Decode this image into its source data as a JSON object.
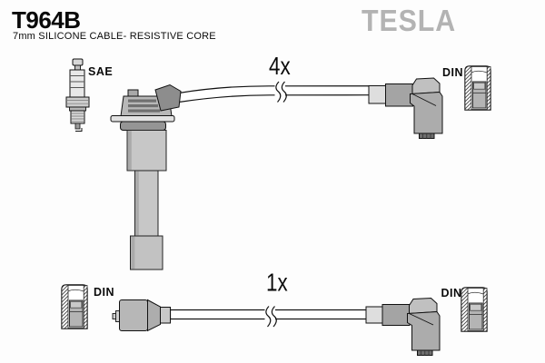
{
  "header": {
    "part_number": "T964B",
    "description": "7mm SILICONE CABLE- RESISTIVE CORE",
    "brand": "TESLA"
  },
  "labels": {
    "top_quantity": "4x",
    "bottom_quantity": "1x",
    "sae": "SAE",
    "din_top_right": "DIN",
    "din_bottom_left": "DIN",
    "din_bottom_right": "DIN"
  },
  "diagram": {
    "top_assembly": "coil-on-plug boot to 90-degree DIN boot ignition cable, quantity 4",
    "bottom_assembly": "straight DIN boot to 90-degree DIN boot ignition cable, quantity 1",
    "icons": [
      "spark-plug-icon",
      "din-connector-icon",
      "cable-break-icon"
    ]
  },
  "colors": {
    "brand_gray": "#b3b3b3",
    "outline": "#111111",
    "boot_light": "#c7c7c7",
    "boot_mid": "#a8a8a8",
    "boot_dark": "#8d8d8d",
    "background": "#fdfdfd"
  }
}
